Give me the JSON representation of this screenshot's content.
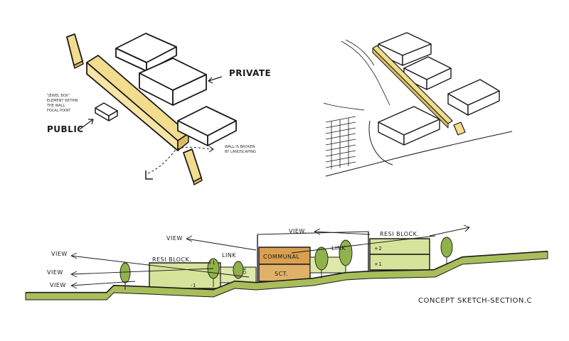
{
  "sketch_top_left": {
    "label_private": "PRIVATE",
    "label_public": "PUBLIC",
    "note_left": [
      "\"JEWEL BOX\"",
      "ELEMENT WITHIN",
      "THE WALL",
      "FOCAL POINT"
    ],
    "note_right": [
      "WALL IS BROKEN",
      "BY LANDSCAPING"
    ]
  },
  "section": {
    "labels": {
      "view_1": "VIEW",
      "view_2": "VIEW",
      "view_3": "VIEW",
      "view_4": "VIEW",
      "view_top": "VIEW.",
      "resi_block_left": "RESI BLOCK.",
      "resi_block_right": "RESI BLOCK.",
      "link_1": "LINK",
      "link_2": "LINK",
      "communal": "COMMUNAL",
      "sct": "SCT.",
      "level_plus1_a": "+1",
      "level_minus1": "-1",
      "level_plus2": "+2",
      "level_plus1_b": "+1",
      "ok_mark": "OK"
    },
    "caption": "CONCEPT SKETCH-SECTION.C"
  },
  "colors": {
    "wall_yellow": "#f2dc8e",
    "wall_yellow_dark": "#d9bd62",
    "green_fill": "#d6e39a",
    "communal_orange": "#d9a04f",
    "tree_green": "#8fb24a",
    "ink": "#1a1a1a"
  }
}
